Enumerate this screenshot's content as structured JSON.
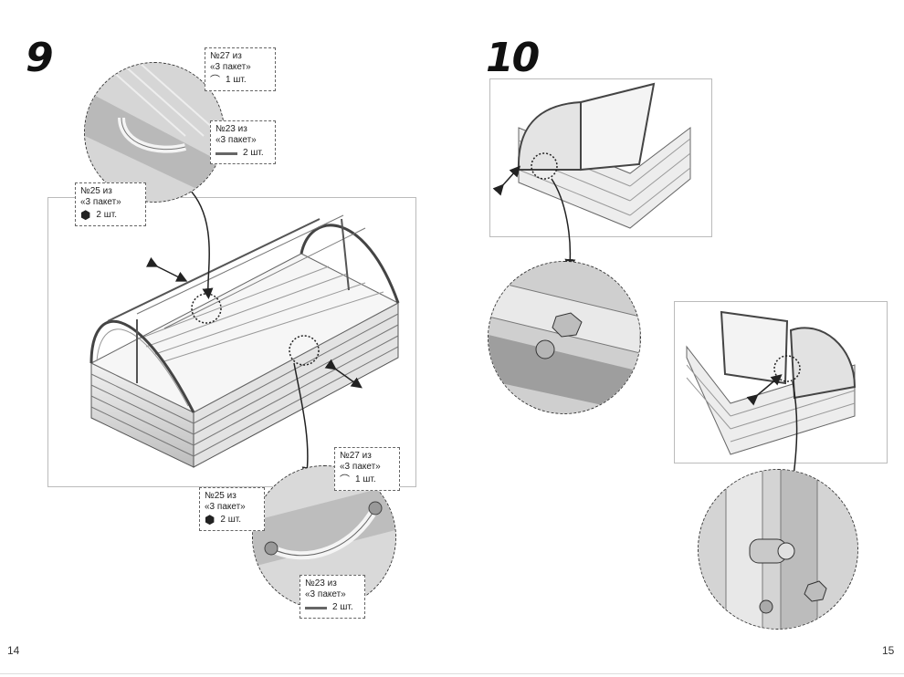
{
  "steps": {
    "left": "9",
    "right": "10"
  },
  "pages": {
    "left": "14",
    "right": "15"
  },
  "callouts": [
    {
      "num": "№27 из",
      "pack": "«3 пакет»",
      "qty": "1 шт.",
      "icon": "handle-icon"
    },
    {
      "num": "№23 из",
      "pack": "«3 пакет»",
      "qty": "2 шт.",
      "icon": "screw-icon"
    },
    {
      "num": "№25 из",
      "pack": "«3 пакет»",
      "qty": "2 шт.",
      "icon": "nut-icon"
    },
    {
      "num": "№27 из",
      "pack": "«3 пакет»",
      "qty": "1 шт.",
      "icon": "handle-icon"
    },
    {
      "num": "№25 из",
      "pack": "«3 пакет»",
      "qty": "2 шт.",
      "icon": "nut-icon"
    },
    {
      "num": "№23 из",
      "pack": "«3 пакет»",
      "qty": "2 шт.",
      "icon": "screw-icon"
    }
  ]
}
